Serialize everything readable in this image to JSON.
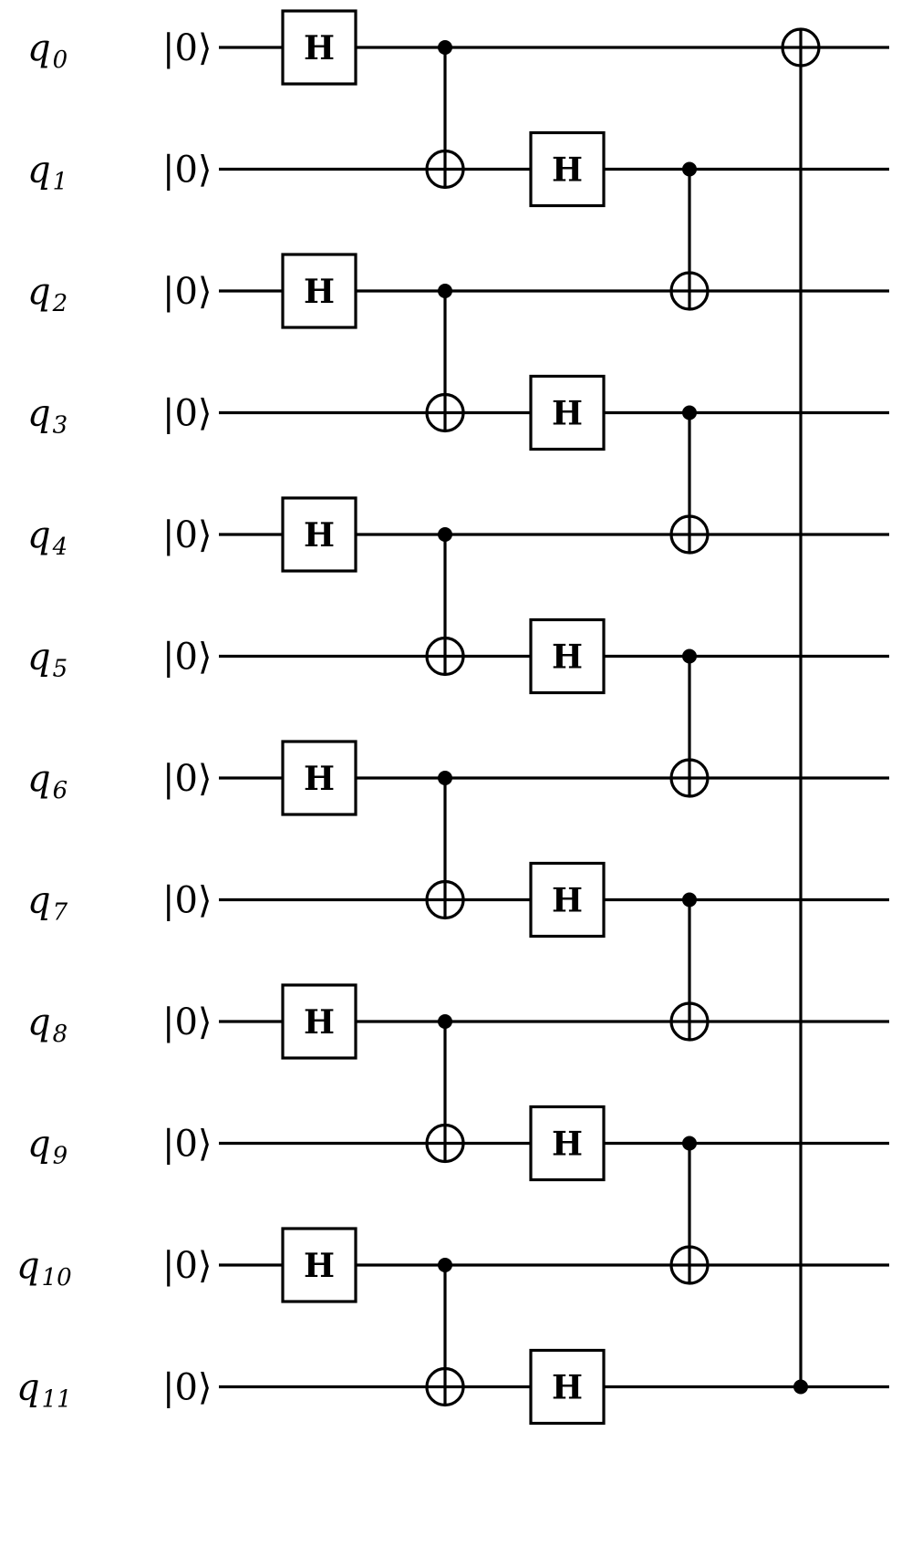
{
  "qubits": [
    {
      "name": "q",
      "index": "0",
      "init": "|0⟩"
    },
    {
      "name": "q",
      "index": "1",
      "init": "|0⟩"
    },
    {
      "name": "q",
      "index": "2",
      "init": "|0⟩"
    },
    {
      "name": "q",
      "index": "3",
      "init": "|0⟩"
    },
    {
      "name": "q",
      "index": "4",
      "init": "|0⟩"
    },
    {
      "name": "q",
      "index": "5",
      "init": "|0⟩"
    },
    {
      "name": "q",
      "index": "6",
      "init": "|0⟩"
    },
    {
      "name": "q",
      "index": "7",
      "init": "|0⟩"
    },
    {
      "name": "q",
      "index": "8",
      "init": "|0⟩"
    },
    {
      "name": "q",
      "index": "9",
      "init": "|0⟩"
    },
    {
      "name": "q",
      "index": "10",
      "init": "|0⟩"
    },
    {
      "name": "q",
      "index": "11",
      "init": "|0⟩"
    }
  ],
  "gate_label": "H",
  "operations": [
    {
      "step": 1,
      "type": "H",
      "qubits": [
        0
      ]
    },
    {
      "step": 1,
      "type": "H",
      "qubits": [
        2
      ]
    },
    {
      "step": 1,
      "type": "H",
      "qubits": [
        4
      ]
    },
    {
      "step": 1,
      "type": "H",
      "qubits": [
        6
      ]
    },
    {
      "step": 1,
      "type": "H",
      "qubits": [
        8
      ]
    },
    {
      "step": 1,
      "type": "H",
      "qubits": [
        10
      ]
    },
    {
      "step": 2,
      "type": "CNOT",
      "control": 0,
      "target": 1
    },
    {
      "step": 2,
      "type": "CNOT",
      "control": 2,
      "target": 3
    },
    {
      "step": 2,
      "type": "CNOT",
      "control": 4,
      "target": 5
    },
    {
      "step": 2,
      "type": "CNOT",
      "control": 6,
      "target": 7
    },
    {
      "step": 2,
      "type": "CNOT",
      "control": 8,
      "target": 9
    },
    {
      "step": 2,
      "type": "CNOT",
      "control": 10,
      "target": 11
    },
    {
      "step": 3,
      "type": "H",
      "qubits": [
        1
      ]
    },
    {
      "step": 3,
      "type": "H",
      "qubits": [
        3
      ]
    },
    {
      "step": 3,
      "type": "H",
      "qubits": [
        5
      ]
    },
    {
      "step": 3,
      "type": "H",
      "qubits": [
        7
      ]
    },
    {
      "step": 3,
      "type": "H",
      "qubits": [
        9
      ]
    },
    {
      "step": 3,
      "type": "H",
      "qubits": [
        11
      ]
    },
    {
      "step": 4,
      "type": "CNOT",
      "control": 1,
      "target": 2
    },
    {
      "step": 4,
      "type": "CNOT",
      "control": 3,
      "target": 4
    },
    {
      "step": 4,
      "type": "CNOT",
      "control": 5,
      "target": 6
    },
    {
      "step": 4,
      "type": "CNOT",
      "control": 7,
      "target": 8
    },
    {
      "step": 4,
      "type": "CNOT",
      "control": 9,
      "target": 10
    },
    {
      "step": 5,
      "type": "CNOT",
      "control": 11,
      "target": 0
    }
  ]
}
